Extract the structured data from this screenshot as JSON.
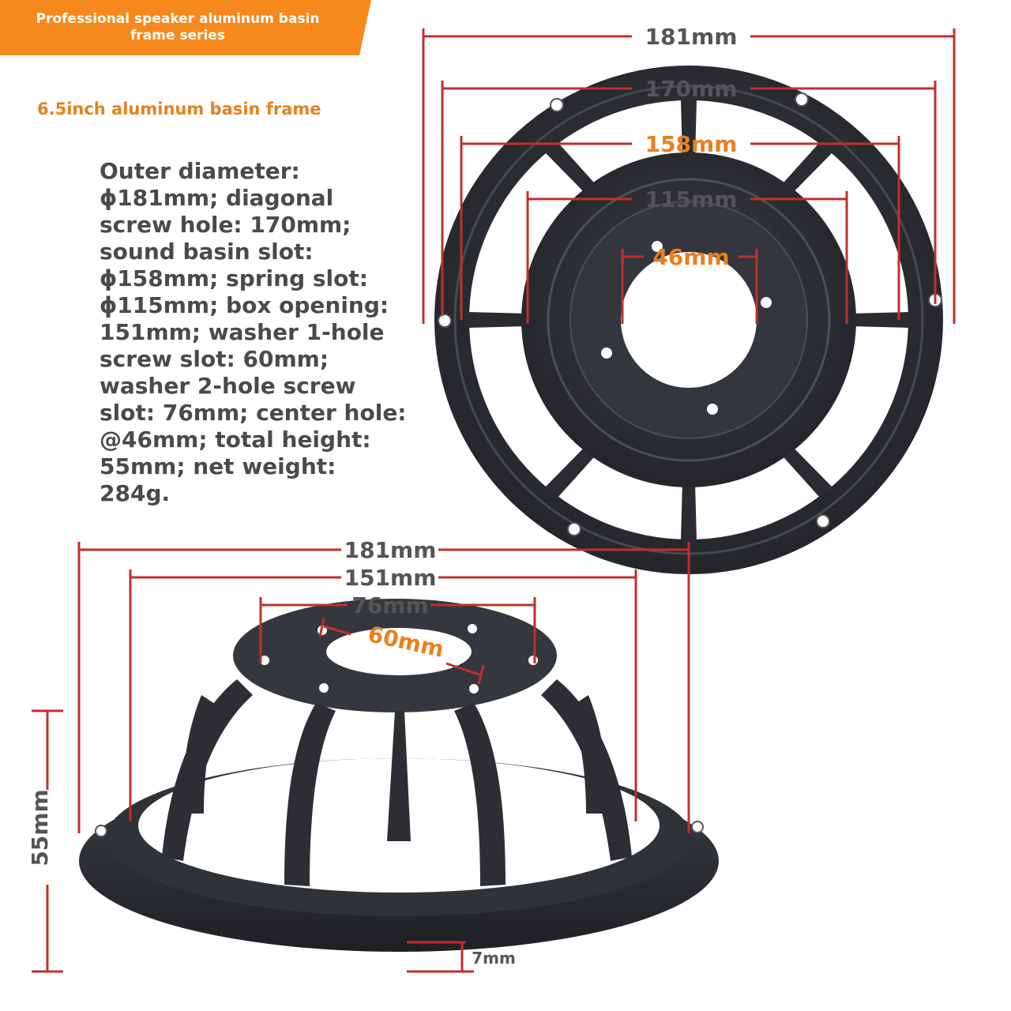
{
  "banner": {
    "title_line1": "Professional speaker aluminum basin",
    "title_line2": "frame series",
    "color": "#f5891e"
  },
  "subtitle": "6.5inch aluminum basin frame",
  "specs": [
    "Outer diameter:",
    "ϕ181mm; diagonal",
    "screw hole: 170mm;",
    "sound basin slot:",
    "ϕ158mm; spring slot:",
    "ϕ115mm; box opening:",
    "151mm; washer 1-hole",
    "screw slot: 60mm;",
    "washer 2-hole screw",
    "slot: 76mm; center hole:",
    "@46mm; total height:",
    "55mm; net weight:",
    "284g."
  ],
  "top_view": {
    "dims": {
      "outer": "181mm",
      "screw": "170mm",
      "basin": "158mm",
      "spring": "115mm",
      "center": "46mm"
    }
  },
  "side_view": {
    "dims": {
      "outer": "181mm",
      "opening": "151mm",
      "two_hole": "76mm",
      "one_hole": "60mm",
      "height": "55mm",
      "flange": "7mm"
    }
  },
  "colors": {
    "dimension_line": "#c0302c",
    "dimension_text": "#555555",
    "accent_text": "#e8801f",
    "frame": "#2c2e33"
  }
}
